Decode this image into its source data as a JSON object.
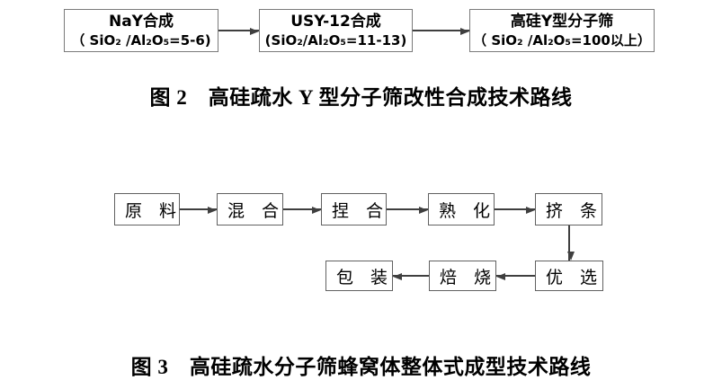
{
  "colors": {
    "background": "#ffffff",
    "box_border": "#6e6e6e",
    "arrow": "#3f3f3f",
    "text": "#000000"
  },
  "figure2": {
    "caption": "图 2　高硅疏水 Y 型分子筛改性合成技术路线",
    "boxes": [
      {
        "line1": "NaY合成",
        "line2": "（ SiO₂ /Al₂O₅=5-6)"
      },
      {
        "line1": "USY-12合成",
        "line2": "(SiO₂/Al₂O₅=11-13)"
      },
      {
        "line1": "高硅Y型分子筛",
        "line2": "（ SiO₂ /Al₂O₅=100以上）"
      }
    ]
  },
  "figure3": {
    "caption": "图 3　高硅疏水分子筛蜂窝体整体式成型技术路线",
    "row1_steps": [
      "原　料",
      "混　合",
      "捏　合",
      "熟　化",
      "挤　条"
    ],
    "row2_steps": [
      "包　装",
      "焙　烧",
      "优　选"
    ]
  }
}
